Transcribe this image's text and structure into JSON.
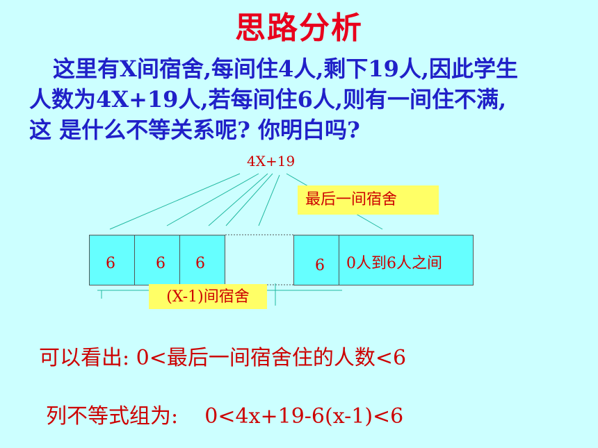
{
  "title": "思路分析",
  "paragraph": {
    "line1": "这里有X间宿舍,每间住4人,剩下19人,因此学生",
    "line2": "人数为4X+19人,若每间住6人,则有一间住不满,",
    "line3": "这 是什么不等关系呢? 你明白吗?"
  },
  "diagram": {
    "total_label": "4X+19",
    "last_room_label": "最后一间宿舍",
    "rooms_label": "(X-1)间宿舍",
    "boxes": [
      "6",
      "6",
      "6",
      "6",
      "0人到6人之间"
    ]
  },
  "observation": "可以看出: 0<最后一间宿舍住的人数<6",
  "inequality": "列不等式组为:    0<4x+19-6(x-1)<6",
  "colors": {
    "background": "#ccffff",
    "title": "#e8001c",
    "paragraph": "#2020c8",
    "accent_red": "#cc0000",
    "box_fill": "#66ffff",
    "highlight": "#ffff66",
    "connector_lines": "#20b8a0"
  }
}
